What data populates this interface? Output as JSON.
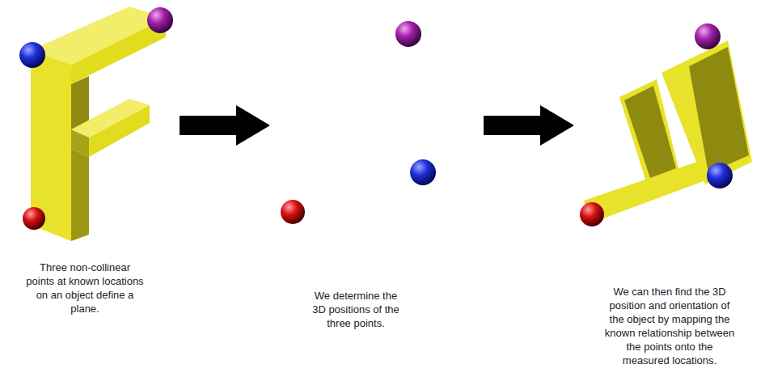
{
  "diagram": {
    "labels": [
      "Three non-collinear points at known locations on an object define a plane.",
      "We determine the 3D positions of the three points.",
      "We can then find the 3D position and orientation of the object by mapping the known relationship between the points onto the measured locations."
    ]
  }
}
